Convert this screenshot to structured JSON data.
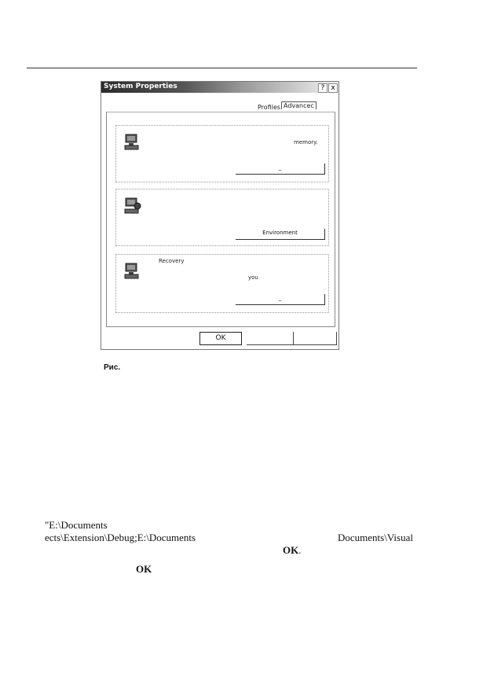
{
  "dialog": {
    "title": "System Properties",
    "help_label": "?",
    "close_label": "x",
    "tabs": [
      {
        "label": "Profiles"
      },
      {
        "label": "Advancec"
      }
    ],
    "groups": [
      {
        "heading": "",
        "text": "memory.",
        "button_label": "_"
      },
      {
        "heading": "",
        "text": "",
        "button_label": "Environment"
      },
      {
        "heading": "Recovery",
        "text": "you",
        "button_label": "_"
      }
    ],
    "ok_label": "OK"
  },
  "figure": {
    "caption": "Рис."
  },
  "body_text": {
    "line1": "\"E:\\Documents",
    "line2_left": "ects\\Extension\\Debug;E:\\Documents",
    "line2_right": "Documents\\Visual",
    "line3_ok": "OK",
    "line3_dot": ".",
    "line4_ok": "OK"
  }
}
